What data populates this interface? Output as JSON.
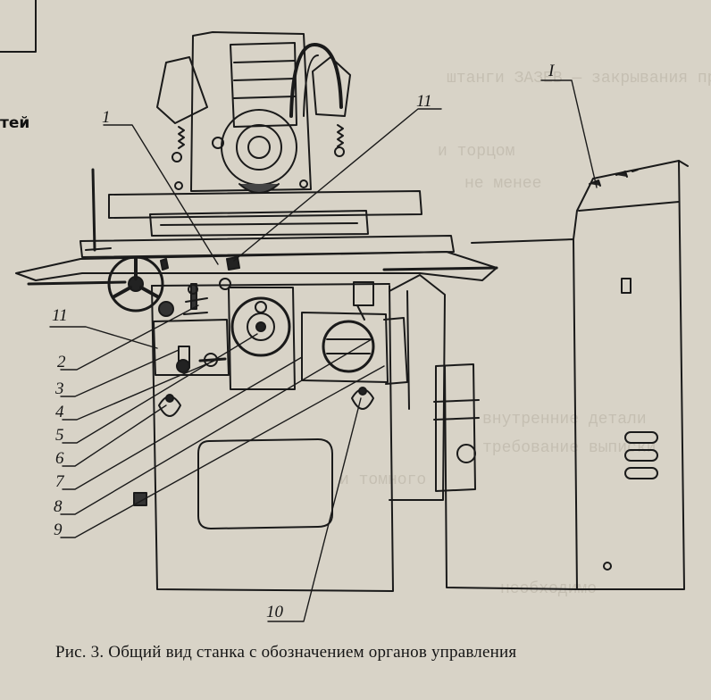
{
  "margin_word": "тей",
  "caption": "Рис. 3. Общий вид станка с обозначением органов управления",
  "labels": {
    "l1_left": "1",
    "l11_top": "11",
    "l1_right": "I",
    "l11_left": "11",
    "l2": "2",
    "l3": "3",
    "l4": "4",
    "l5": "5",
    "l6": "6",
    "l7": "7",
    "l8": "8",
    "l9": "9",
    "l10": "10"
  },
  "show_through": [
    "штанги ЗАЗЕВ — закрывания прех",
    "и торцом",
    "не менее",
    "внутренние детали",
    "требование выписки",
    "и томного",
    "необходимо"
  ]
}
